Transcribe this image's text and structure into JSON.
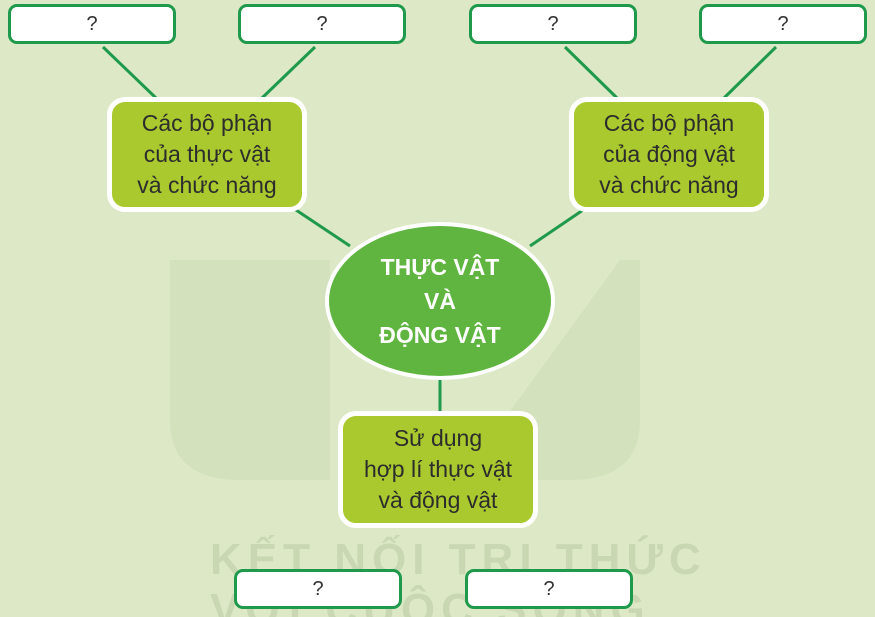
{
  "center": {
    "lines": [
      "THỰC VẬT",
      "VÀ",
      "ĐỘNG VẬT"
    ]
  },
  "left_node": {
    "lines": [
      "Các bộ phận",
      "của thực vật",
      "và chức năng"
    ]
  },
  "right_node": {
    "lines": [
      "Các bộ phận",
      "của động vật",
      "và chức năng"
    ]
  },
  "bottom_node": {
    "lines": [
      "Sử dụng",
      "hợp lí thực vật",
      "và động vật"
    ]
  },
  "placeholder": "?",
  "watermark": [
    "KẾT NỐI TRI THỨC",
    "VỚI CUỘC SỐNG"
  ],
  "colors": {
    "background": "#dde9c6",
    "line": "#1f9a4c",
    "node": "#a9c92e",
    "center": "#5fb53f"
  }
}
